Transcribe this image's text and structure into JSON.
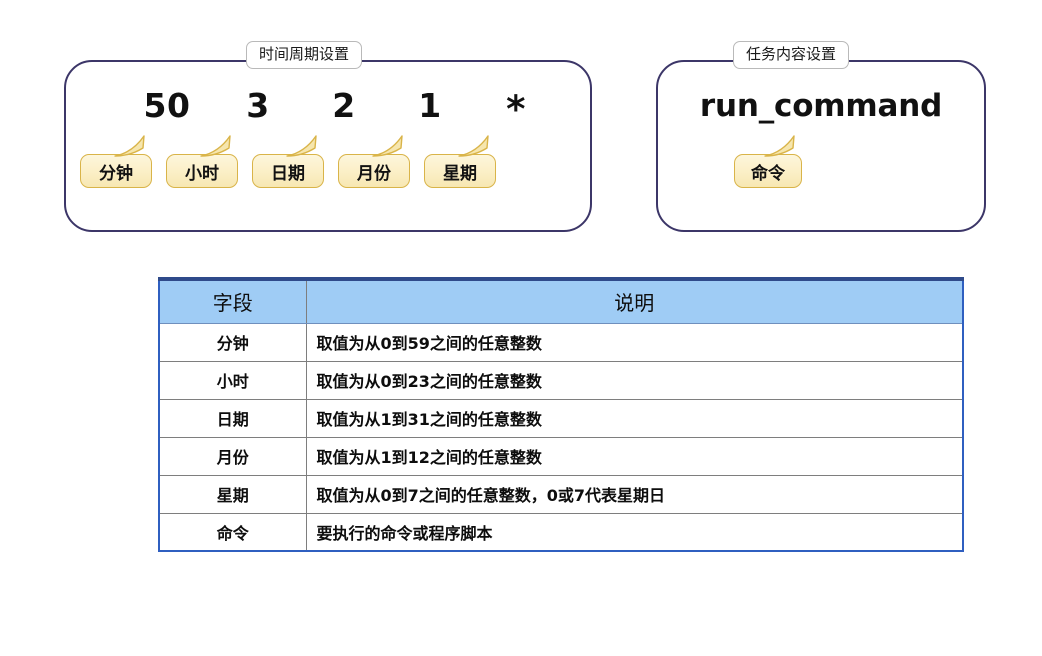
{
  "panels": {
    "time": {
      "caption": "时间周期设置",
      "fields": [
        {
          "value": "50",
          "label": "分钟"
        },
        {
          "value": "3",
          "label": "小时"
        },
        {
          "value": "2",
          "label": "日期"
        },
        {
          "value": "1",
          "label": "月份"
        },
        {
          "value": "*",
          "label": "星期"
        }
      ]
    },
    "task": {
      "caption": "任务内容设置",
      "command": "run_command",
      "label": "命令"
    }
  },
  "table": {
    "headers": [
      "字段",
      "说明"
    ],
    "rows": [
      {
        "field": "分钟",
        "desc": "取值为从0到59之间的任意整数"
      },
      {
        "field": "小时",
        "desc": "取值为从0到23之间的任意整数"
      },
      {
        "field": "日期",
        "desc": "取值为从1到31之间的任意整数"
      },
      {
        "field": "月份",
        "desc": "取值为从1到12之间的任意整数"
      },
      {
        "field": "星期",
        "desc": "取值为从0到7之间的任意整数，0或7代表星期日"
      },
      {
        "field": "命令",
        "desc": "要执行的命令或程序脚本"
      }
    ]
  },
  "colors": {
    "panel_border": "#3c3668",
    "callout_fill": "#fbefc6",
    "callout_border": "#d9b449",
    "table_header_bg": "#9fccf5",
    "table_outer_border": "#2f5fc0",
    "table_header_top_rule": "#2f4a8a"
  }
}
